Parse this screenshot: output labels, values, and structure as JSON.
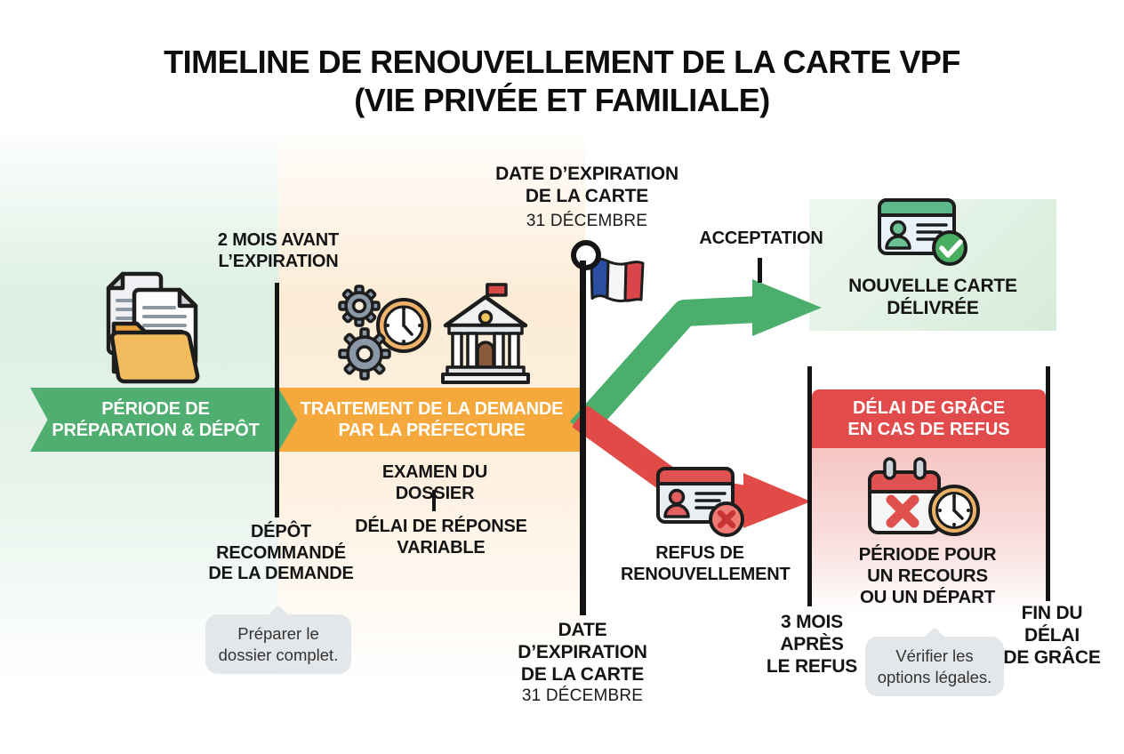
{
  "title": "TIMELINE DE RENOUVELLEMENT DE LA CARTE VPF\n(VIE PRIVÉE ET FAMILIALE)",
  "colors": {
    "phase_green": "#4fae70",
    "phase_orange": "#f5a93c",
    "phase_red": "#e14b4b",
    "arrow_green": "#4bae6d",
    "arrow_red": "#e04b48",
    "tint_green": "#e6f3ea",
    "tint_orange": "#fdf0df",
    "panel_green": "#d7ecdc",
    "panel_pink": "#f5c5c2",
    "tooltip_gray": "#e4e7ea",
    "text_black": "#141414"
  },
  "markers": {
    "expiration_top": {
      "label": "DATE D’EXPIRATION\nDE LA CARTE",
      "date": "31 DÉCEMBRE"
    },
    "two_months": {
      "label": "2 MOIS AVANT\nL’EXPIRATION"
    },
    "expiration_bottom": {
      "label": "DATE\nD’EXPIRATION\nDE LA CARTE",
      "date": "31 DÉCEMBRE"
    },
    "three_months": {
      "label": "3 MOIS\nAPRÈS\nLE REFUS"
    },
    "grace_end": {
      "label": "FIN DU\nDÉLAI\nDE GRÂCE"
    }
  },
  "phases": {
    "preparation": {
      "label": "PÉRIODE DE\nPRÉPARATION & DÉPÔT"
    },
    "processing": {
      "label": "TRAITEMENT DE LA DEMANDE\nPAR LA PRÉFECTURE"
    },
    "grace": {
      "header": "DÉLAI DE GRÂCE\nEN CAS DE REFUS",
      "body_label": "PÉRIODE POUR\nUN RECOURS\nOU UN DÉPART"
    }
  },
  "annotations": {
    "deposit": {
      "label": "DÉPÔT\nRECOMMANDÉ\nDE LA DEMANDE",
      "tooltip": "Préparer le\ndossier complet."
    },
    "examination": {
      "label": "EXAMEN DU DOSSIER",
      "sublabel": "DÉLAI DE RÉPONSE\nVARIABLE"
    },
    "grace_tooltip": "Vérifier les\noptions légales."
  },
  "outcomes": {
    "acceptation": {
      "label": "ACCEPTATION",
      "result": "NOUVELLE CARTE\nDÉLIVRÉE"
    },
    "refus": {
      "label": "REFUS DE\nRENOUVELLEMENT"
    }
  },
  "icons": [
    "documents-folder-icon",
    "gears-clock-icon",
    "prefecture-building-icon",
    "french-flag-icon",
    "card-approved-icon",
    "card-refused-icon",
    "calendar-deadline-clock-icon"
  ]
}
